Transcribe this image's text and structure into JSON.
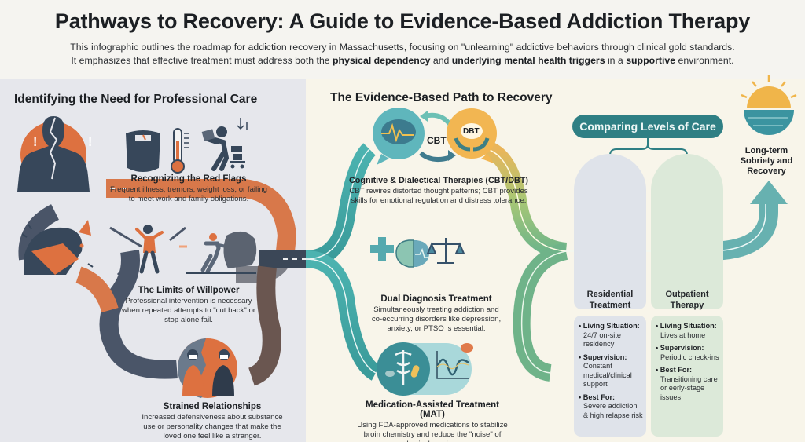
{
  "header": {
    "title": "Pathways to Recovery: A Guide to Evidence-Based Addiction Therapy",
    "subtitle_line1": "This infographic outlines the roadmap for addiction recovery in Massachusetts, focusing on \"unlearning\" addictive behaviors through clinical gold standards.",
    "subtitle_line2_pre": "It emphasizes that effective treatment must address both the ",
    "subtitle_bold1": "physical dependency",
    "subtitle_mid1": " and ",
    "subtitle_bold2": "underlying mental health triggers",
    "subtitle_mid2": " in a ",
    "subtitle_bold3": "supportive",
    "subtitle_end": " environment."
  },
  "left_section": {
    "title": "Identifying the Need for Professional Care",
    "items": [
      {
        "heading": "Recognizing the Red Flags",
        "description": "Frequent illness, tremors, weight loss, or failing to meet work and family obligations.",
        "icons": [
          "cracked-body-icon",
          "scale-icon",
          "thermometer-icon",
          "struggling-person-icon"
        ]
      },
      {
        "heading": "The Limits of Willpower",
        "description": "Professional intervention is necessary when repeated attempts to \"cut back\" or stop alone fail.",
        "icons": [
          "head-impact-icon",
          "broken-chains-icon",
          "pushing-boulder-icon"
        ]
      },
      {
        "heading": "Strained Relationships",
        "description": "Increased defensiveness about substance use or personality changes that make the loved one feel like a stranger.",
        "icons": [
          "split-couple-icon"
        ]
      }
    ]
  },
  "right_section": {
    "title": "The Evidence-Based Path to Recovery",
    "therapies": [
      {
        "heading": "Cognitive & Dialectical Therapies (CBT/DBT)",
        "description": "CBT rewires distorted thought patterns; CBT provides skills for emotional regulation and distress tolerance.",
        "tag_left": "CBT",
        "tag_right": "DBT"
      },
      {
        "heading": "Dual Diagnosis Treatment",
        "description": "Simultaneously treating addiction and co-eccurring disorders like depression, anxiety, or PTSO is essential."
      },
      {
        "heading": "Medication-Assisted Treatment (MAT)",
        "description": "Using FDA-approved medications to stabilize broin chemistry and reduce the \"noise\" of physical cravings."
      }
    ],
    "care_levels": {
      "title": "Comparing Levels of Care",
      "options": [
        {
          "name_line1": "Residential",
          "name_line2": "Treatment",
          "details": [
            {
              "key": "Living Situation:",
              "value": "24/7 on-site residency"
            },
            {
              "key": "Supervision:",
              "value": "Constant medical/clinical support"
            },
            {
              "key": "Best For:",
              "value": "Severe addiction & high relapse risk"
            }
          ]
        },
        {
          "name_line1": "Outpatient",
          "name_line2": "Therapy",
          "details": [
            {
              "key": "Living Situation:",
              "value": "Lives at home"
            },
            {
              "key": "Supervision:",
              "value": "Periodic check-ins"
            },
            {
              "key": "Best For:",
              "value": "Transitioning care or eerly-stage issues"
            }
          ]
        }
      ]
    },
    "goal": {
      "line1": "Long-term",
      "line2": "Sobriety and",
      "line3": "Recovery"
    }
  },
  "colors": {
    "orange": "#e0703a",
    "slate": "#3d4a5c",
    "teal": "#3fa6a6",
    "teal_dark": "#2f7f84",
    "amber": "#f0b650",
    "green": "#7ab87a"
  }
}
